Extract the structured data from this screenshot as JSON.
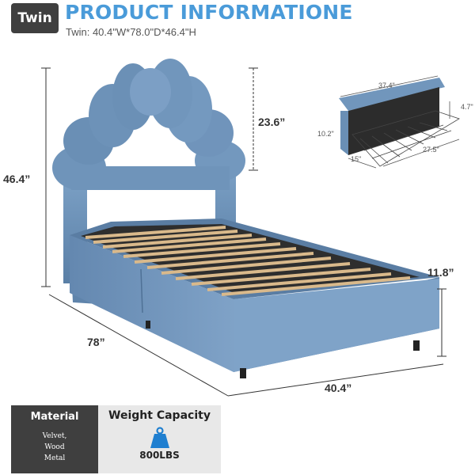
{
  "header": {
    "badge": "Twin",
    "title": "PRODUCT INFORMATIONE",
    "subtitle": "Twin: 40.4\"W*78.0\"D*46.4\"H"
  },
  "dimensions": {
    "total_height": "46.4”",
    "headboard_height": "23.6”",
    "side_height": "11.8”",
    "length": "78”",
    "width": "40.4”"
  },
  "drawer": {
    "length": "37.4\"",
    "height_left": "10.2\"",
    "height_right": "4.7\"",
    "depth": "15\"",
    "inner_length": "27.5\""
  },
  "specs": {
    "material": {
      "heading": "Material",
      "items": [
        "Velvet,",
        "Wood",
        "Metal"
      ]
    },
    "weight": {
      "heading": "Weight Capacity",
      "value": "800LBS"
    }
  },
  "colors": {
    "accent": "#4a9bd9",
    "velvet": "#6a8fb3",
    "dark_panel": "#3f3f3f"
  }
}
